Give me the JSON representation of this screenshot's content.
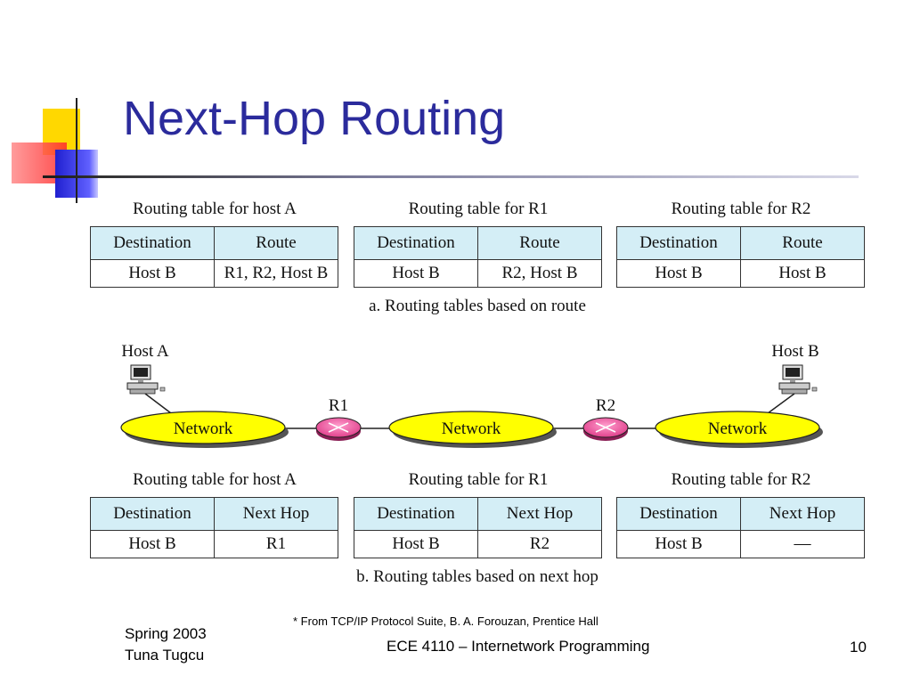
{
  "slide": {
    "title": "Next-Hop Routing"
  },
  "section_a": {
    "tables": [
      {
        "title": "Routing table for host A",
        "headers": [
          "Destination",
          "Route"
        ],
        "row": [
          "Host B",
          "R1, R2, Host B"
        ]
      },
      {
        "title": "Routing table for R1",
        "headers": [
          "Destination",
          "Route"
        ],
        "row": [
          "Host B",
          "R2, Host B"
        ]
      },
      {
        "title": "Routing table for R2",
        "headers": [
          "Destination",
          "Route"
        ],
        "row": [
          "Host B",
          "Host B"
        ]
      }
    ],
    "caption": "a. Routing tables based on route"
  },
  "diagram": {
    "host_a": "Host A",
    "host_b": "Host B",
    "router_1": "R1",
    "router_2": "R2",
    "networks": [
      "Network",
      "Network",
      "Network"
    ],
    "network_color": "#ffff00",
    "router_color": "#f060a8"
  },
  "section_b": {
    "tables": [
      {
        "title": "Routing table for host A",
        "headers": [
          "Destination",
          "Next Hop"
        ],
        "row": [
          "Host B",
          "R1"
        ]
      },
      {
        "title": "Routing table for R1",
        "headers": [
          "Destination",
          "Next Hop"
        ],
        "row": [
          "Host B",
          "R2"
        ]
      },
      {
        "title": "Routing table for R2",
        "headers": [
          "Destination",
          "Next Hop"
        ],
        "row": [
          "Host B",
          "—"
        ]
      }
    ],
    "caption": "b. Routing tables based on next hop"
  },
  "footer": {
    "source_note": "* From TCP/IP Protocol Suite, B. A. Forouzan, Prentice Hall",
    "term": "Spring 2003",
    "author": "Tuna Tugcu",
    "course": "ECE 4110 – Internetwork Programming",
    "page_number": "10"
  },
  "colors": {
    "title": "#2b2b9c",
    "table_header_bg": "#d4eef6",
    "accent_yellow": "#ffd800",
    "accent_red": "#ff2a2a",
    "accent_blue": "#2020d0"
  }
}
